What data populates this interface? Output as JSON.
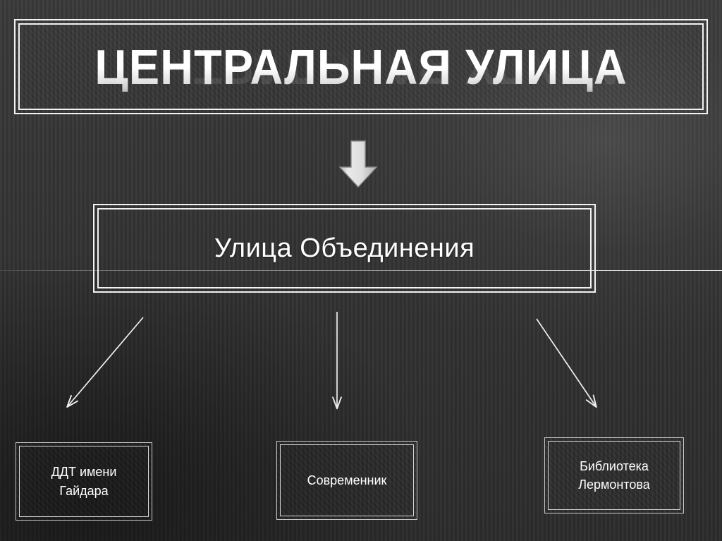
{
  "slide": {
    "title": "ЦЕНТРАЛЬНАЯ УЛИЦА",
    "title_reflection": "ЦЕНТРАЛЬНАЯ УЛИЦА"
  },
  "diagram": {
    "root": {
      "label": "Улица Объединения"
    },
    "connector_down_arrow": "down-block-arrow",
    "children": [
      {
        "label_line1": "ДДТ имени",
        "label_line2": "Гайдара"
      },
      {
        "label_line1": "Современник",
        "label_line2": ""
      },
      {
        "label_line1": "Библиотека",
        "label_line2": "Лермонтова"
      }
    ]
  },
  "colors": {
    "background": "#343434",
    "stroke": "#f2f2f2",
    "text": "#ffffff",
    "arrow_fill": "#d9d9d9",
    "arrow_stroke": "#9a9a9a"
  }
}
